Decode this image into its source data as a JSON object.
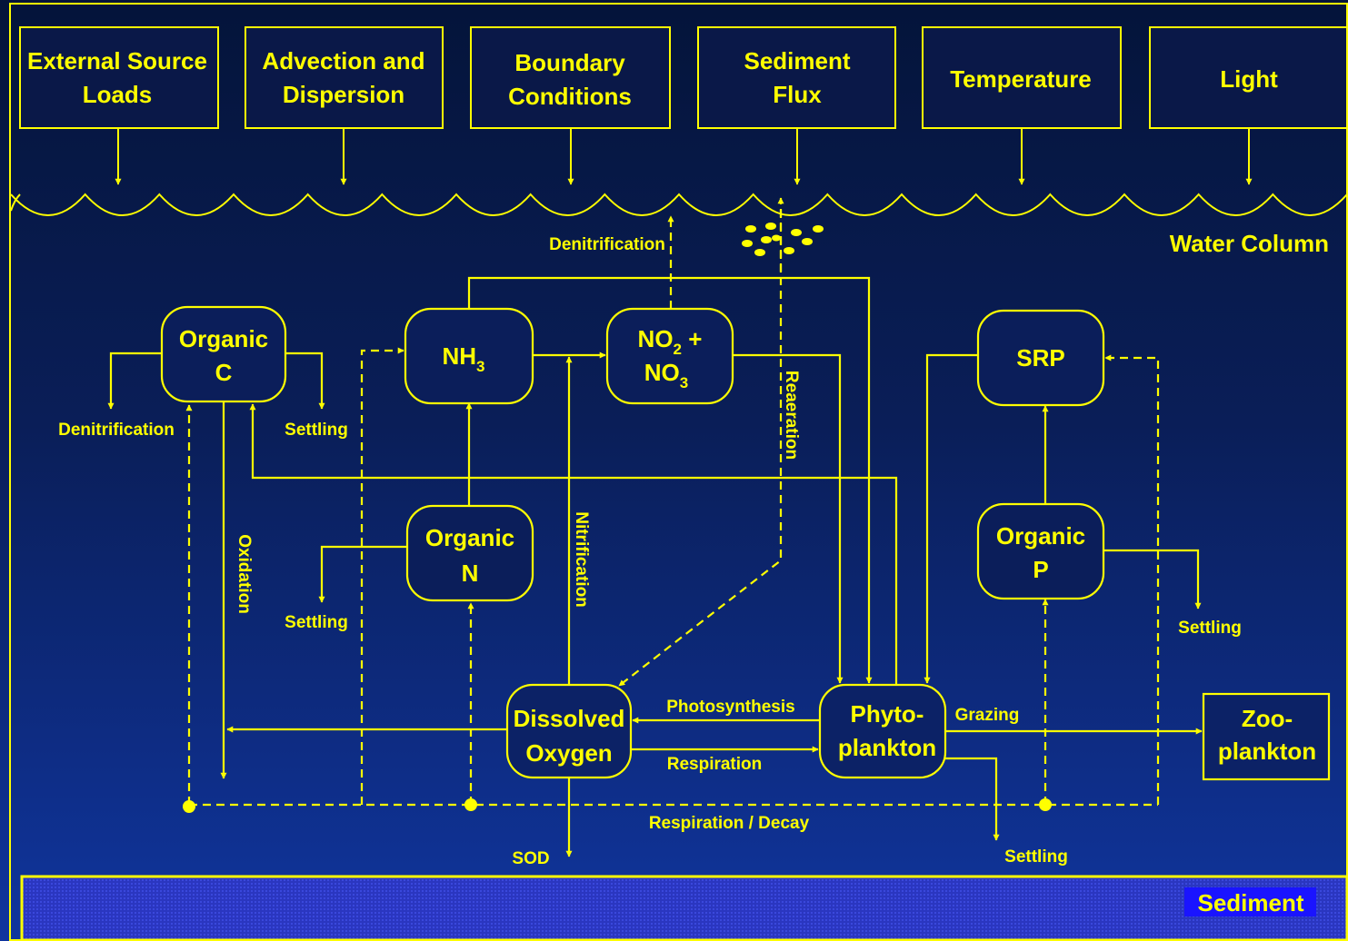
{
  "inputs": {
    "external_loads": [
      "External Source",
      "Loads"
    ],
    "advection": [
      "Advection and",
      "Dispersion"
    ],
    "boundary": [
      "Boundary",
      "Conditions"
    ],
    "sediment_flux": [
      "Sediment",
      "Flux"
    ],
    "temperature": "Temperature",
    "light": "Light"
  },
  "water_column_label": "Water Column",
  "nodes": {
    "organic_c": [
      "Organic",
      "C"
    ],
    "nh3": "NH",
    "nh3_sub": "3",
    "no2": "NO",
    "no2_sub": "2",
    "no2_plus": " +",
    "no3": "NO",
    "no3_sub": "3",
    "srp": "SRP",
    "organic_n": [
      "Organic",
      "N"
    ],
    "organic_p": [
      "Organic",
      "P"
    ],
    "dissolved_oxygen": [
      "Dissolved",
      "Oxygen"
    ],
    "phytoplankton": [
      "Phyto-",
      "plankton"
    ],
    "zooplankton": [
      "Zoo-",
      "plankton"
    ]
  },
  "processes": {
    "denitrification_top": "Denitrification",
    "denitrification_left": "Denitrification",
    "settling_c": "Settling",
    "settling_n": "Settling",
    "settling_p": "Settling",
    "settling_phyto": "Settling",
    "oxidation": "Oxidation",
    "nitrification": "Nitrification",
    "reaeration": "Reaeration",
    "photosynthesis": "Photosynthesis",
    "respiration": "Respiration",
    "grazing": "Grazing",
    "respiration_decay": "Respiration / Decay",
    "sod": "SOD"
  },
  "sediment_label": "Sediment",
  "colors": {
    "line": "#ffff00",
    "background_top": "#04143a",
    "background_bottom": "#10359e",
    "sediment_fill": "#2d3ccc",
    "sediment_label_bg": "#1a14ff"
  }
}
